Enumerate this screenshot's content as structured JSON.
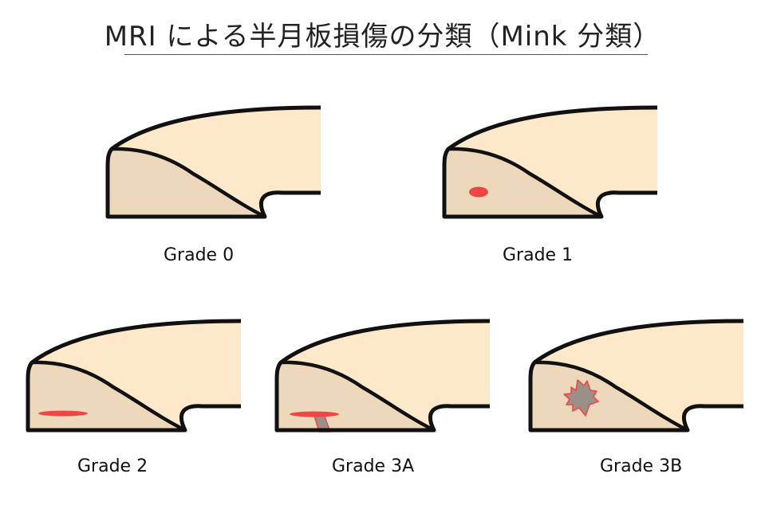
{
  "title": "MRI による半月板損傷の分類（Mink 分類）",
  "colors": {
    "meniscus_light": "#fde8c9",
    "meniscus_dark": "#edd8bc",
    "outline": "#111111",
    "lesion_red": "#f04545",
    "tear_gray": "#9a9088"
  },
  "grades": [
    {
      "label": "Grade 0",
      "lesion": "none"
    },
    {
      "label": "Grade 1",
      "lesion": "globular"
    },
    {
      "label": "Grade 2",
      "lesion": "linear"
    },
    {
      "label": "Grade 3A",
      "lesion": "linear-surface-tear"
    },
    {
      "label": "Grade 3B",
      "lesion": "irregular-tear"
    }
  ]
}
